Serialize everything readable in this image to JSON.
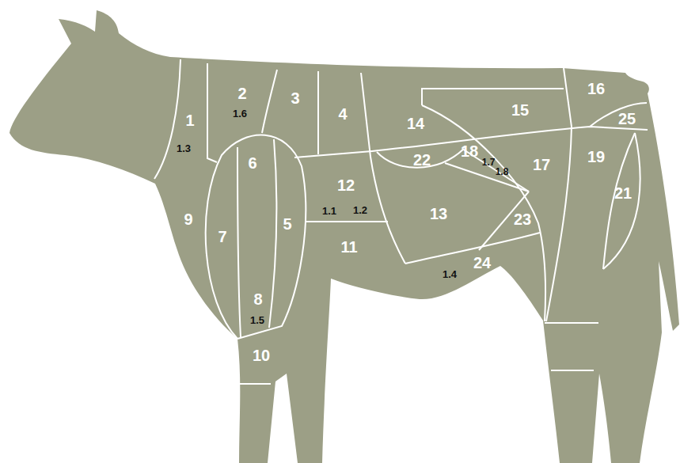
{
  "diagram": {
    "labels": [
      "1",
      "1.3",
      "2",
      "1.6",
      "3",
      "4",
      "14",
      "15",
      "16",
      "25",
      "6",
      "22",
      "18",
      "1.7",
      "1.8",
      "17",
      "19",
      "12",
      "1.1",
      "1.2",
      "9",
      "7",
      "5",
      "13",
      "23",
      "21",
      "11",
      "24",
      "1.4",
      "8",
      "1.5",
      "10"
    ]
  }
}
